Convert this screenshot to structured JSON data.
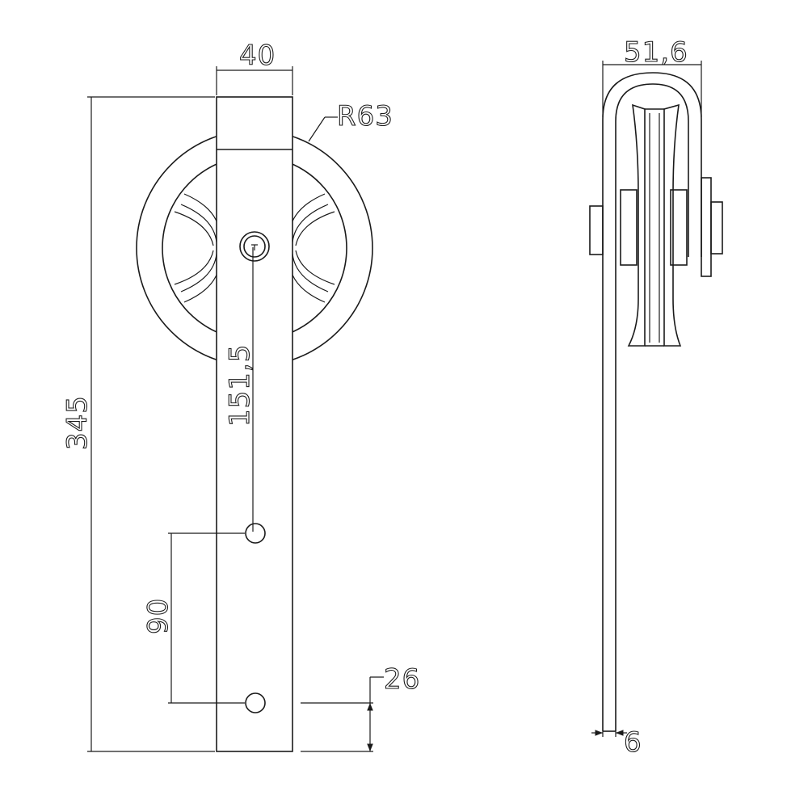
{
  "drawing": {
    "front_view": {
      "width_dim": "40",
      "radius_dim": "R63",
      "total_height_dim": "345",
      "axle_to_hole_dim": "151,5",
      "hole_spacing_dim": "90",
      "bottom_hole_offset_dim": "26"
    },
    "side_view": {
      "width_dim": "51,6",
      "thickness_dim": "6"
    }
  }
}
